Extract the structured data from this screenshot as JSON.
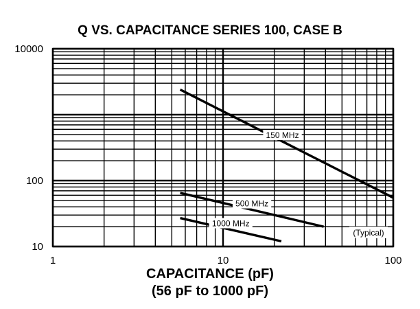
{
  "chart_data": {
    "type": "line",
    "title": "Q VS. CAPACITANCE SERIES 100, CASE B",
    "xlabel_line1": "CAPACITANCE (pF)",
    "xlabel_line2": "(56 pF to 1000 pF)",
    "ylabel": "",
    "x_scale": "log",
    "y_scale": "log",
    "xlim": [
      1,
      100
    ],
    "ylim": [
      10,
      10000
    ],
    "x_ticks": [
      {
        "value": 1,
        "label": "1"
      },
      {
        "value": 10,
        "label": "10"
      },
      {
        "value": 100,
        "label": "100"
      }
    ],
    "y_ticks": [
      {
        "value": 10,
        "label": "10"
      },
      {
        "value": 100,
        "label": "100"
      },
      {
        "value": 10000,
        "label": "10000"
      }
    ],
    "grid": true,
    "annotation": "(Typical)",
    "series": [
      {
        "name": "150 MHz",
        "x": [
          5.6,
          100
        ],
        "y": [
          2400,
          55
        ]
      },
      {
        "name": "500 MHz",
        "x": [
          5.6,
          39
        ],
        "y": [
          65,
          20
        ]
      },
      {
        "name": "1000 MHz",
        "x": [
          5.6,
          22
        ],
        "y": [
          27,
          12
        ]
      }
    ]
  }
}
